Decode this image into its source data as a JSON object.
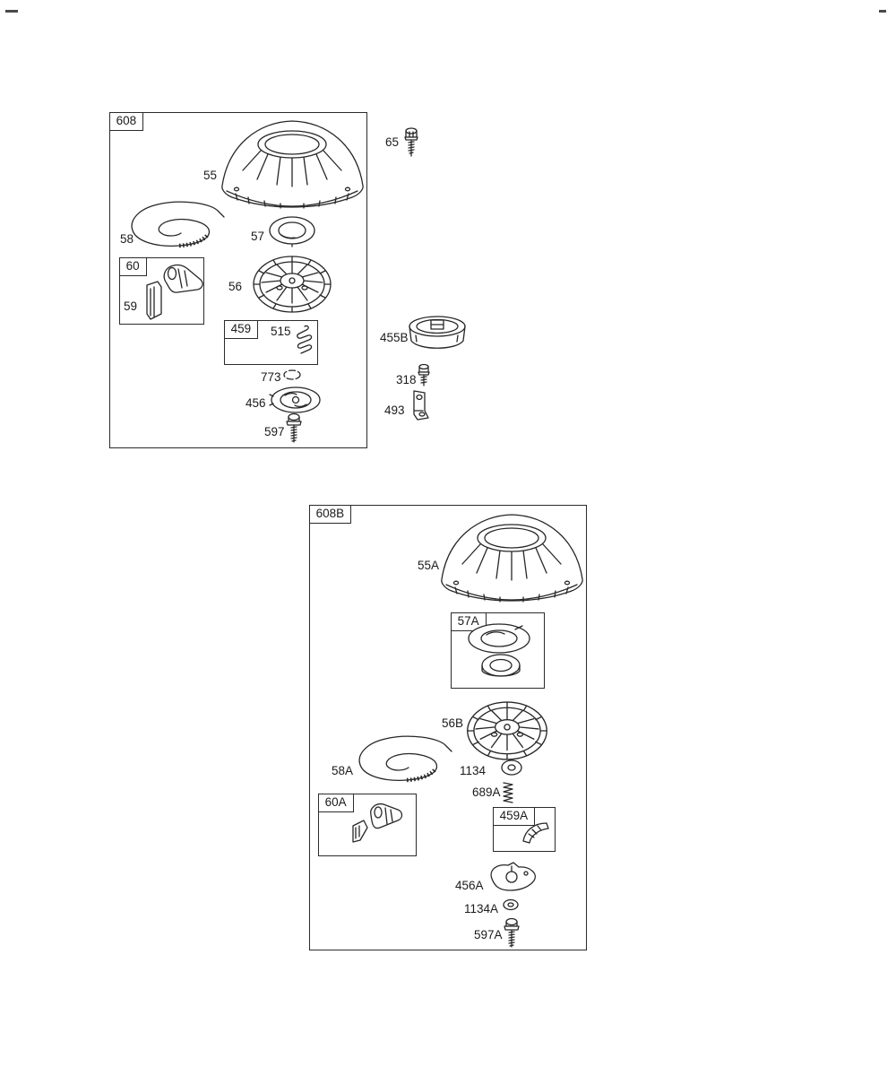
{
  "colors": {
    "ink": "#272727",
    "paper": "#ffffff"
  },
  "labels": {
    "g608": "608",
    "p55": "55",
    "p65": "65",
    "p58": "58",
    "p57": "57",
    "g60": "60",
    "p59": "59",
    "p56": "56",
    "g459": "459",
    "p515": "515",
    "p773": "773",
    "p456": "456",
    "p597": "597",
    "p455B": "455B",
    "p318": "318",
    "p493": "493",
    "g608B": "608B",
    "p55A": "55A",
    "g57A": "57A",
    "p56B": "56B",
    "p58A": "58A",
    "p1134": "1134",
    "p689A": "689A",
    "g60A": "60A",
    "g459A": "459A",
    "p456A": "456A",
    "p1134A": "1134A",
    "p597A": "597A"
  }
}
